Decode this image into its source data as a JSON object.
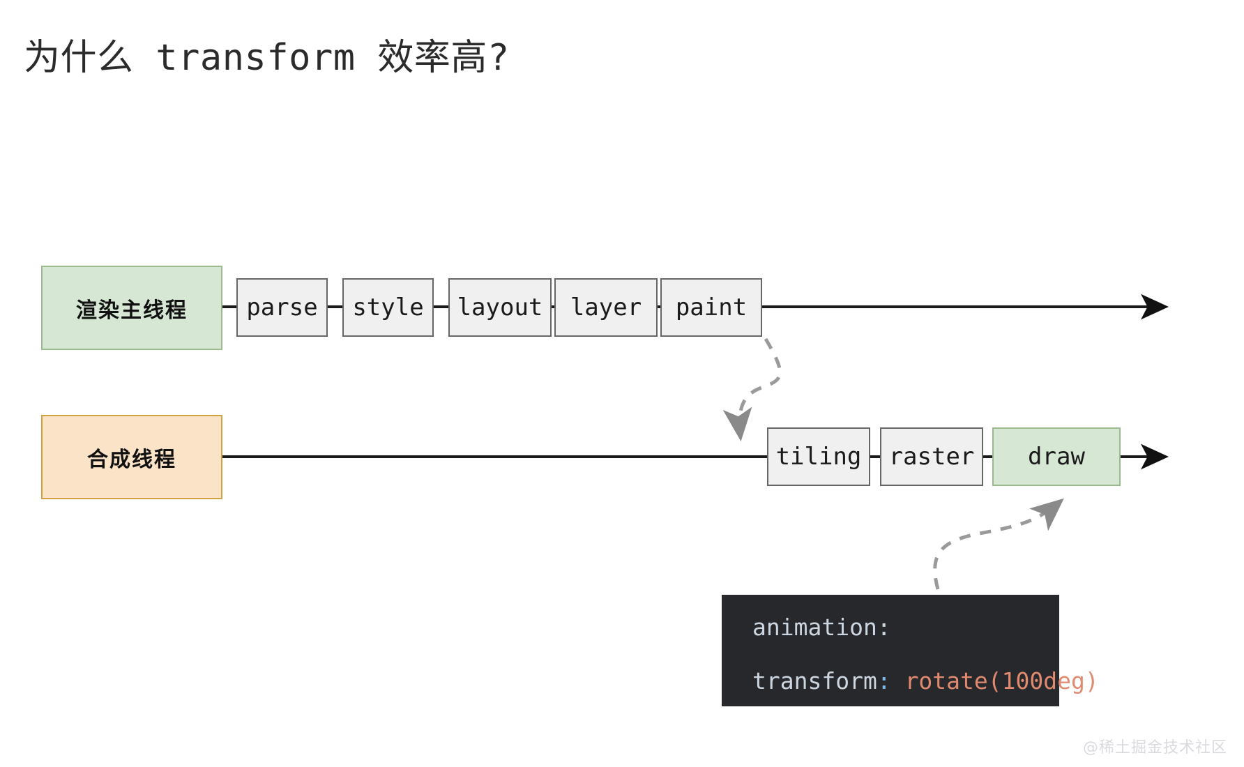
{
  "title": "为什么 transform 效率高?",
  "diagram": {
    "lanes": [
      {
        "id": "main-thread",
        "label": "渲染主线程",
        "color": "#d6e8d4",
        "border": "#9bbb8e",
        "stages": [
          "parse",
          "style",
          "layout",
          "layer",
          "paint"
        ]
      },
      {
        "id": "compositor-thread",
        "label": "合成线程",
        "color": "#fae3c7",
        "border": "#d2a23f",
        "stages": [
          "tiling",
          "raster",
          "draw"
        ]
      }
    ],
    "highlight_stage": "draw",
    "connectors": [
      {
        "from": "paint",
        "to": "tiling",
        "style": "dashed",
        "color": "#999999"
      },
      {
        "from": "code-snippet",
        "to": "draw",
        "style": "dashed",
        "color": "#999999"
      }
    ]
  },
  "code": {
    "lines": [
      {
        "prop": "animation:",
        "colon": "",
        "value": ""
      },
      {
        "prop": "transform",
        "colon": ":",
        "value": "rotate(100deg)"
      }
    ],
    "background": "#27282b",
    "value_color": "#e08a70"
  },
  "watermark": "@稀土掘金技术社区"
}
